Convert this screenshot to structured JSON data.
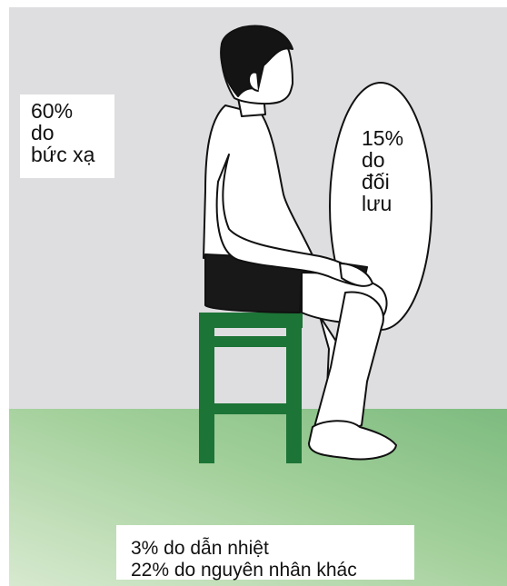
{
  "radiation_label": {
    "line1": "60%",
    "line2": "do",
    "line3": "bức xạ"
  },
  "convection_label": {
    "line1": "15%",
    "line2": "do",
    "line3": "đối",
    "line4": "lưu"
  },
  "bottom_label": {
    "conduction": "3% do dẫn nhiệt",
    "other": "22% do nguyên nhân khác"
  },
  "colors": {
    "wall": "#dedde0",
    "floor_light": "#d7e9cf",
    "floor_dark": "#7dbb7f",
    "stool": "#1c7436",
    "shorts": "#181818",
    "hair": "#141414",
    "skin": "#ffffff",
    "outline": "#111111"
  },
  "icons": {
    "person": "seated-man-icon",
    "stool": "stool-icon",
    "bubble": "convection-bubble-icon"
  }
}
